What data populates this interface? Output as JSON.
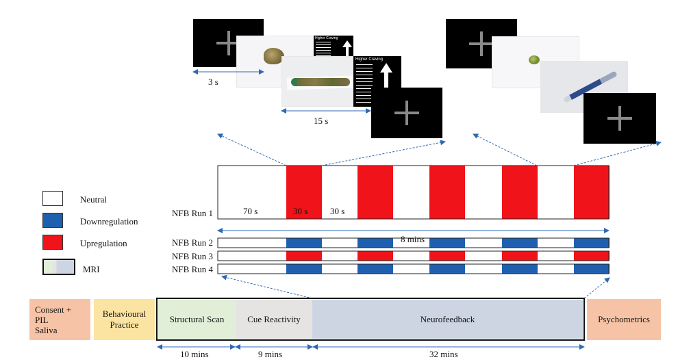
{
  "stimuli": {
    "duration_fixation": "3 s",
    "duration_image": "15 s",
    "craving_label": "Higher Craving"
  },
  "legend": {
    "items": [
      {
        "label": "Neutral",
        "color": "#ffffff"
      },
      {
        "label": "Downregulation",
        "color": "#1f5fb0"
      },
      {
        "label": "Upregulation",
        "color": "#f0131a"
      }
    ],
    "mri_label": "MRI"
  },
  "runs": {
    "run1_label": "NFB Run 1",
    "run2_label": "NFB Run 2",
    "run3_label": "NFB Run 3",
    "run4_label": "NFB Run 4",
    "block_neutral": "70 s",
    "block_active": "30 s",
    "block_rest": "30 s",
    "total": "8 mins",
    "colors": {
      "up": "#f0131a",
      "down": "#1f5fb0",
      "neutral": "#ffffff"
    }
  },
  "timeline": {
    "consent": "Consent +\nPIL\nSaliva",
    "behavioural": "Behavioural\nPractice",
    "structural": "Structural Scan",
    "cue": "Cue Reactivity",
    "neurofeedback": "Neurofeedback",
    "psychometrics": "Psychometrics",
    "dur_structural": "10 mins",
    "dur_cue": "9 mins",
    "dur_nfb": "32 mins",
    "colors": {
      "consent": "#f7c3a6",
      "behavioural": "#fbe3a2",
      "structural": "#e1efd9",
      "cue": "#e6e3e3",
      "neurofeedback": "#cdd5e3",
      "psychometrics": "#f7c3a6",
      "arrow": "#2e69b3"
    }
  }
}
